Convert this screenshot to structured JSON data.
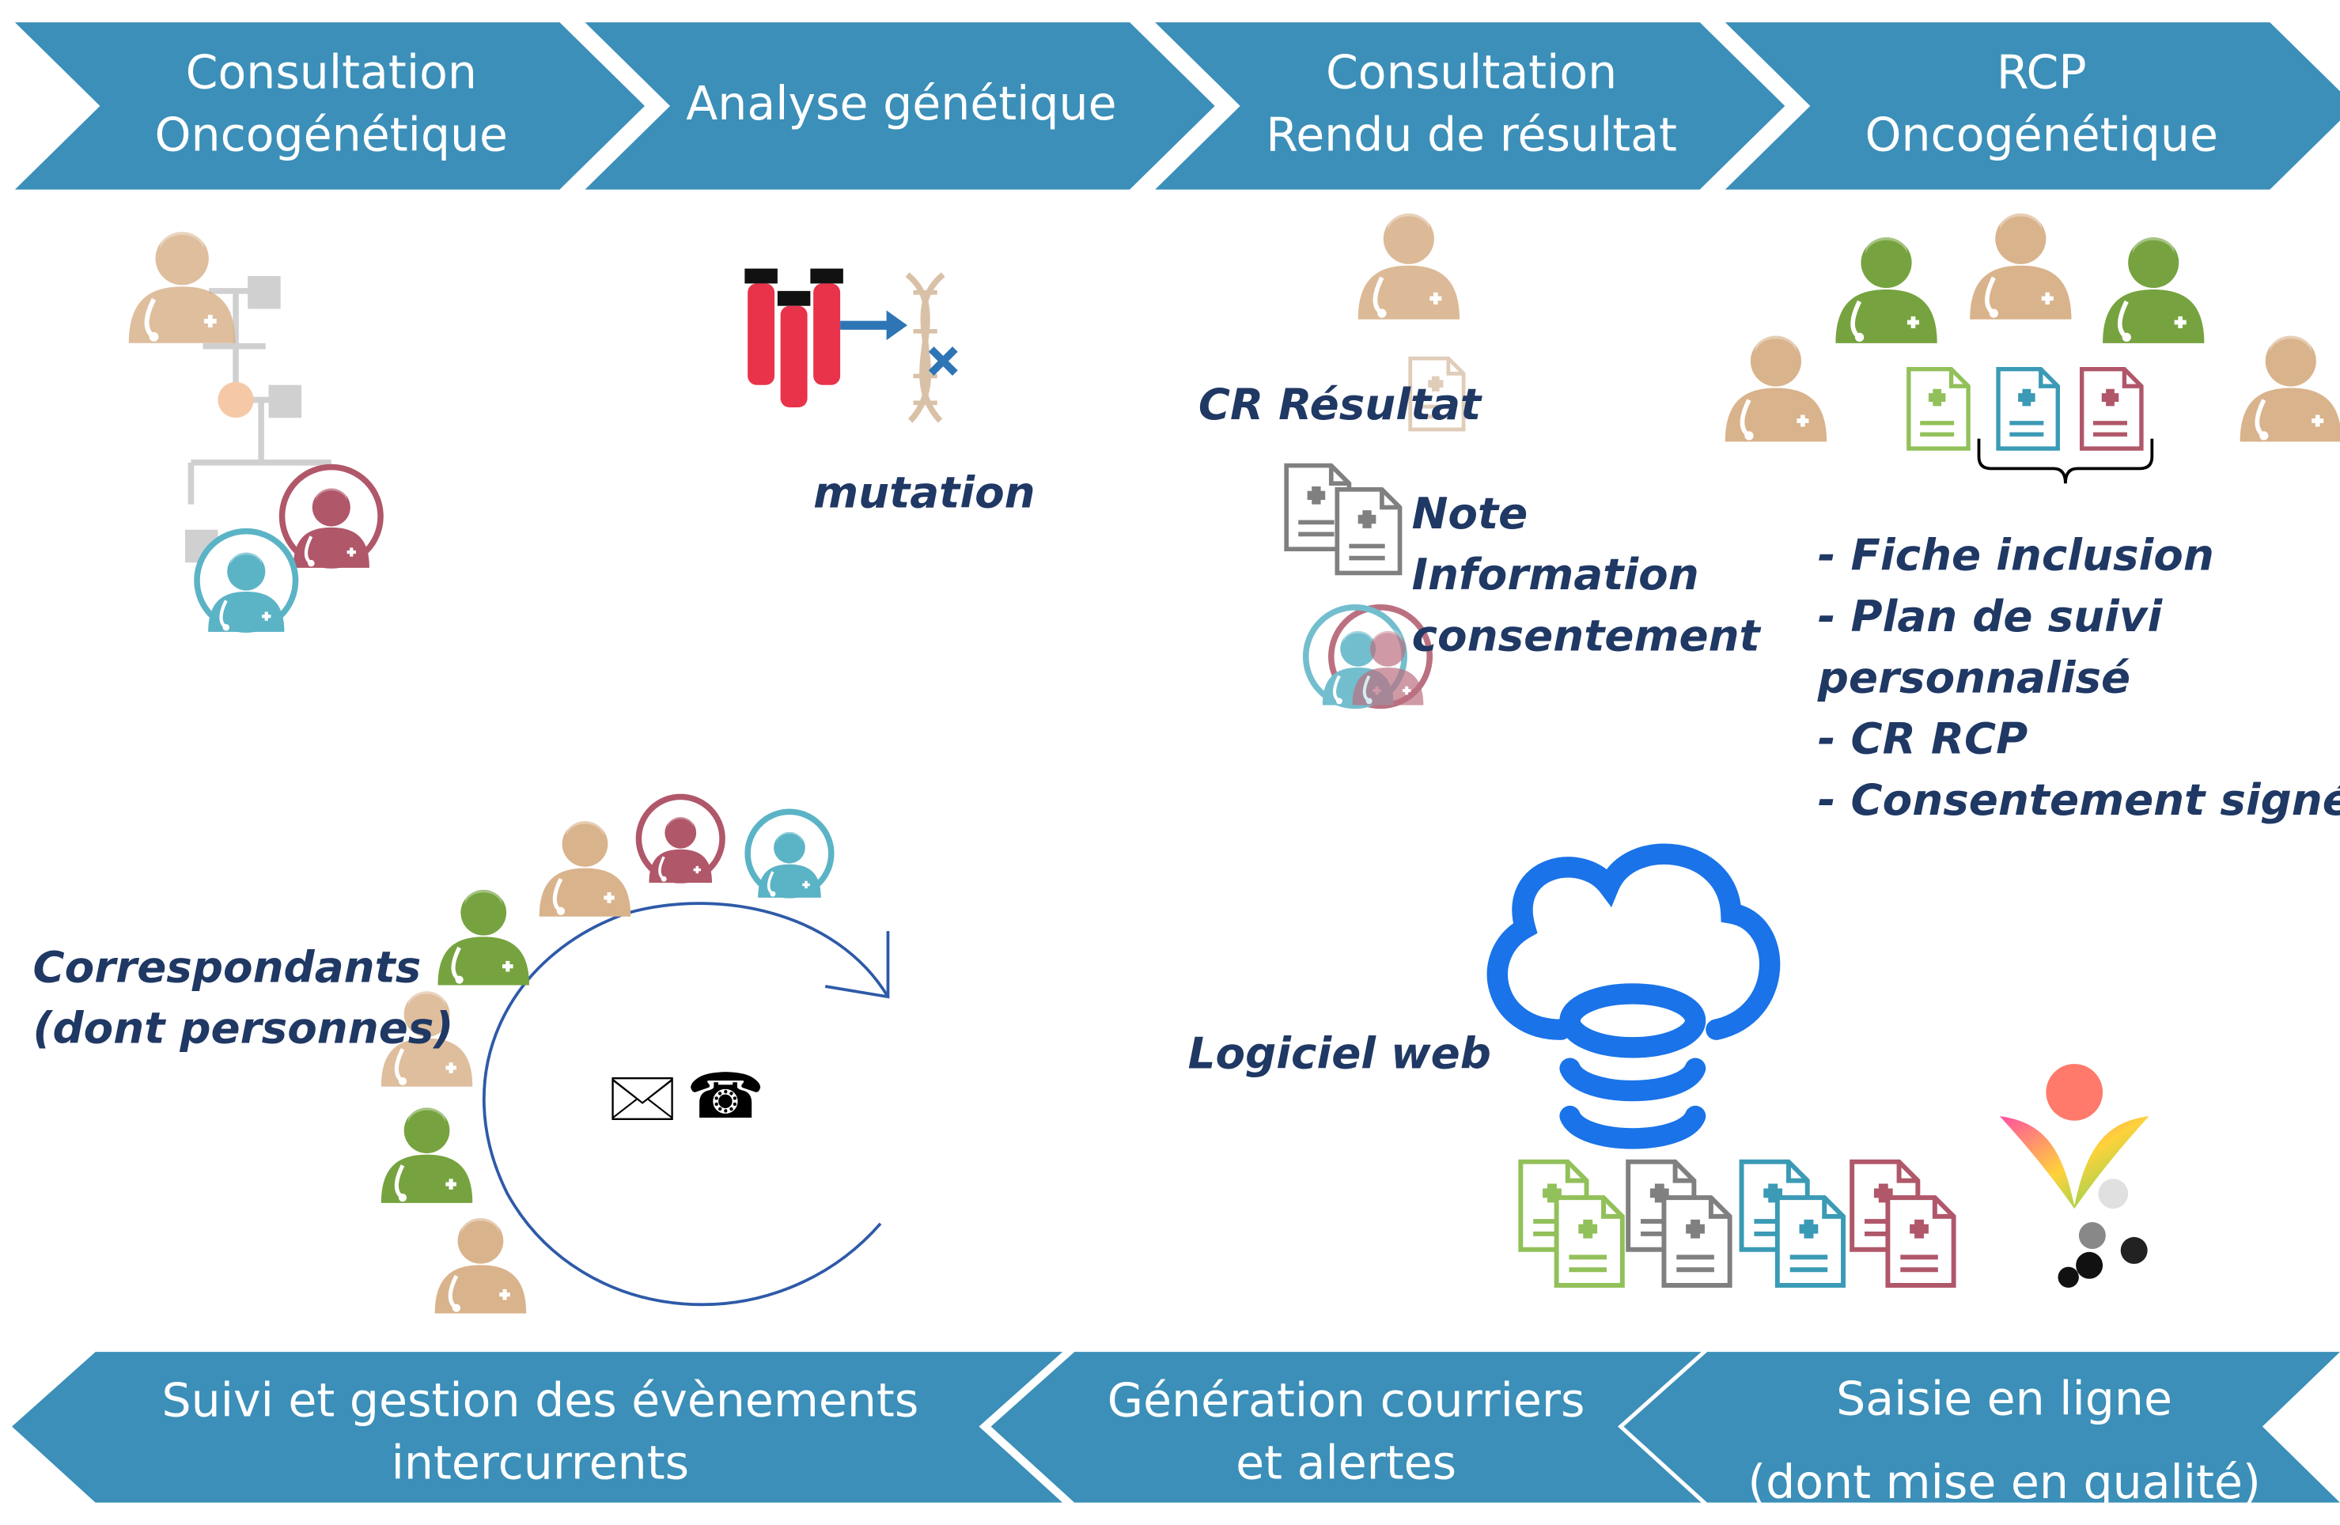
{
  "top_steps": [
    {
      "line1": "Consultation",
      "line2": "Oncogénétique"
    },
    {
      "line1": "Analyse génétique",
      "line2": ""
    },
    {
      "line1": "Consultation",
      "line2": "Rendu de résultat"
    },
    {
      "line1": "RCP",
      "line2": "Oncogénétique"
    }
  ],
  "bottom_steps": [
    {
      "line1": "Suivi et gestion des évènements",
      "line2": "intercurrents"
    },
    {
      "line1": "Génération courriers",
      "line2": "et alertes"
    },
    {
      "line1": "Saisie en ligne",
      "line2": "(dont mise en qualité)"
    }
  ],
  "labels": {
    "mutation": "mutation",
    "cr_resultat": "CR Résultat",
    "note_line1": "Note",
    "note_line2": "Information",
    "note_line3": "consentement",
    "rcp_items": [
      "- Fiche inclusion",
      "- Plan de suivi",
      "personnalisé",
      "- CR RCP",
      "- Consentement signé"
    ],
    "correspondants_line1": "Correspondants",
    "correspondants_line2": "(dont personnes)",
    "logiciel_web": "Logiciel web"
  },
  "symbols": {
    "envelope": "🖂",
    "phone": "☎"
  },
  "colors": {
    "chevron_blue": "#3b8fb8",
    "label_navy": "#1f3864",
    "doctor_beige": "#d9b38c",
    "doctor_green": "#76a33f",
    "patient_rose": "#b0576a",
    "patient_cyan": "#5bb3c6",
    "cloud_blue": "#1a73e8",
    "doc_grey": "#808080"
  }
}
